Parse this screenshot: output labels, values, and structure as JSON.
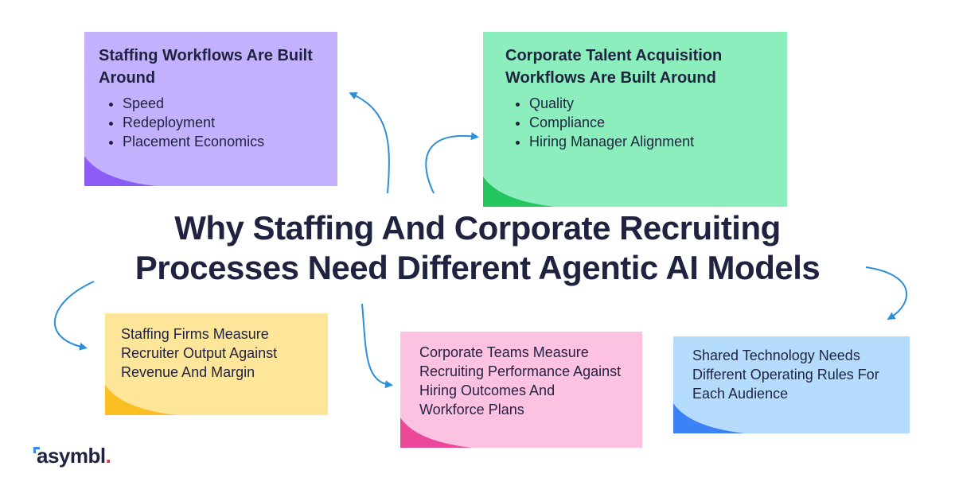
{
  "title": {
    "line1": "Why Staffing And Corporate Recruiting",
    "line2": "Processes Need Different Agentic AI Models"
  },
  "notes": {
    "staffing": {
      "heading": "Staffing Workflows Are Built Around",
      "items": [
        "Speed",
        "Redeployment",
        "Placement Economics"
      ],
      "color": "#c4b1fd",
      "curl_color": "#8b5cf6"
    },
    "corporate": {
      "heading": "Corporate Talent Acquisition Workflows Are Built Around",
      "items": [
        "Quality",
        "Compliance",
        "Hiring Manager Alignment"
      ],
      "color": "#8ceebc",
      "curl_color": "#22c55e"
    },
    "staffing_measure": {
      "text": "Staffing Firms Measure Recruiter Output Against Revenue And Margin",
      "color": "#fde59a",
      "curl_color": "#fbbf24"
    },
    "corporate_measure": {
      "text": "Corporate Teams Measure Recruiting Performance Against Hiring Outcomes And Workforce Plans",
      "color": "#fdc1e1",
      "curl_color": "#ec4899"
    },
    "shared_tech": {
      "text": "Shared Technology Needs Different Operating Rules For Each Audience",
      "color": "#b6dcfd",
      "curl_color": "#3b82f6"
    }
  },
  "arrow_color": "#2b8fd9",
  "logo": {
    "text": "asymbl",
    "dot": "."
  }
}
